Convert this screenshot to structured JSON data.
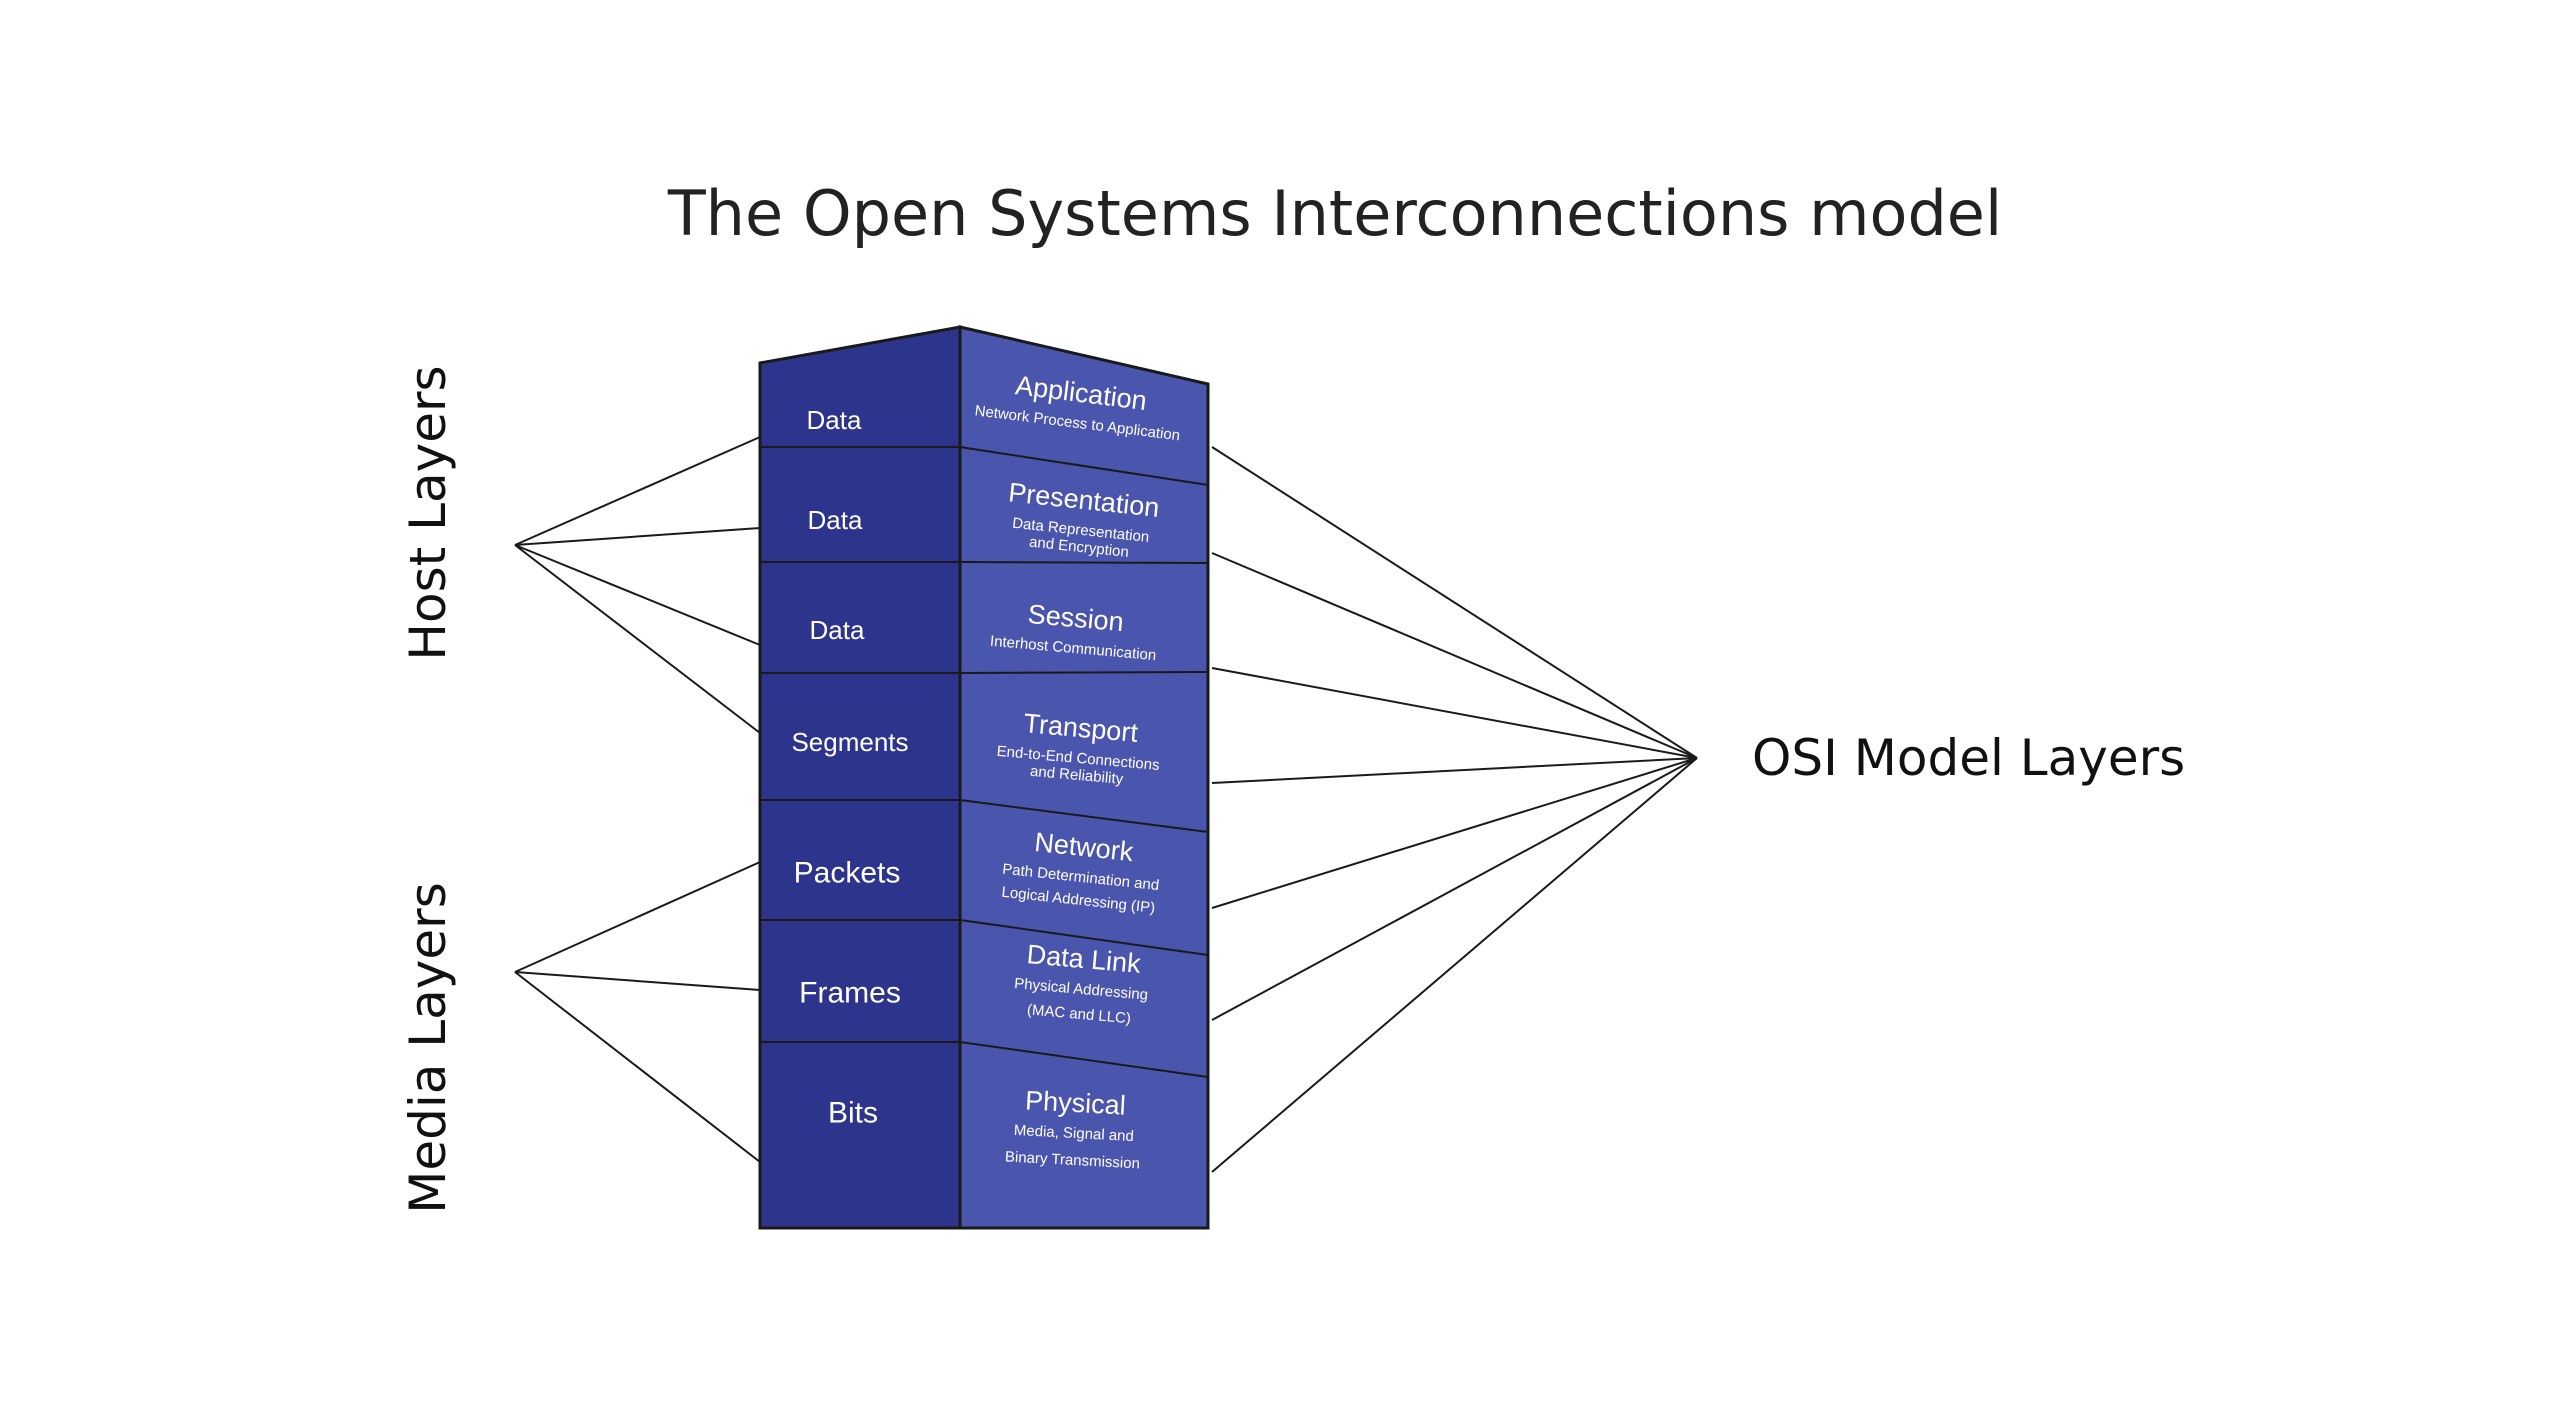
{
  "title": "The Open Systems Interconnections model",
  "group_labels": {
    "host": "Host Layers",
    "media": "Media Layers",
    "osi": "OSI Model Layers"
  },
  "colors": {
    "left_face": "#2d348c",
    "right_face": "#4a55ad",
    "outline": "#1a1a1a",
    "connector": "#1a1a1a"
  },
  "layers": [
    {
      "pdu": "Data",
      "name": "Application",
      "desc": [
        "Network Process to Application"
      ]
    },
    {
      "pdu": "Data",
      "name": "Presentation",
      "desc": [
        "Data Representation",
        "and Encryption"
      ]
    },
    {
      "pdu": "Data",
      "name": "Session",
      "desc": [
        "Interhost Communication"
      ]
    },
    {
      "pdu": "Segments",
      "name": "Transport",
      "desc": [
        "End-to-End Connections",
        "and Reliability"
      ]
    },
    {
      "pdu": "Packets",
      "name": "Network",
      "desc": [
        "Path Determination and",
        "Logical Addressing (IP)"
      ]
    },
    {
      "pdu": "Frames",
      "name": "Data Link",
      "desc": [
        "Physical Addressing",
        "(MAC and LLC)"
      ]
    },
    {
      "pdu": "Bits",
      "name": "Physical",
      "desc": [
        "Media, Signal and",
        "Binary Transmission"
      ]
    }
  ]
}
